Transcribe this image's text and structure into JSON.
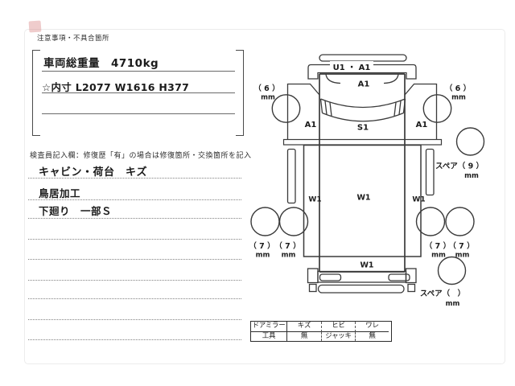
{
  "notes": {
    "title": "注意事項・不具合箇所",
    "rows": [
      "車両総重量　4710kg",
      "☆内寸 L2077 W1616 H377"
    ]
  },
  "inspector": {
    "title": "検査員記入欄：修復歴「有」の場合は修復箇所・交換箇所を記入",
    "entries": [
      "キャビン・荷台　キズ",
      "鳥居加工",
      "下廻り　一部Ｓ"
    ]
  },
  "diagram": {
    "front_label": "U1 ・ A1",
    "cab_label": "A1",
    "windshield_label": "S1",
    "left_fender_label": "A1",
    "right_fender_label": "A1",
    "bed_left_label": "W1",
    "bed_center_label": "W1",
    "bed_right_label": "W1",
    "bed_rear_label": "W1",
    "front_left_tire": {
      "depth": "（ 6 ）",
      "unit": "mm"
    },
    "front_right_tire": {
      "depth": "（ 6 ）",
      "unit": "mm"
    },
    "rear_tire": {
      "depth": "（ 7 ）",
      "unit": "mm"
    },
    "spare_top": {
      "label": "スペア（ 9 ）",
      "unit": "mm"
    },
    "spare_bottom": {
      "label": "スペア（　）",
      "unit": "mm"
    }
  },
  "equipment_table": {
    "header_row": [
      "ドアミラー",
      "キズ",
      "ヒビ",
      "ワレ"
    ],
    "value_row": [
      "工具",
      "無",
      "ジャッキ",
      "無"
    ]
  },
  "colors": {
    "line": "#3a3a3a",
    "stamp": "rgba(213,122,122,0.38)"
  }
}
